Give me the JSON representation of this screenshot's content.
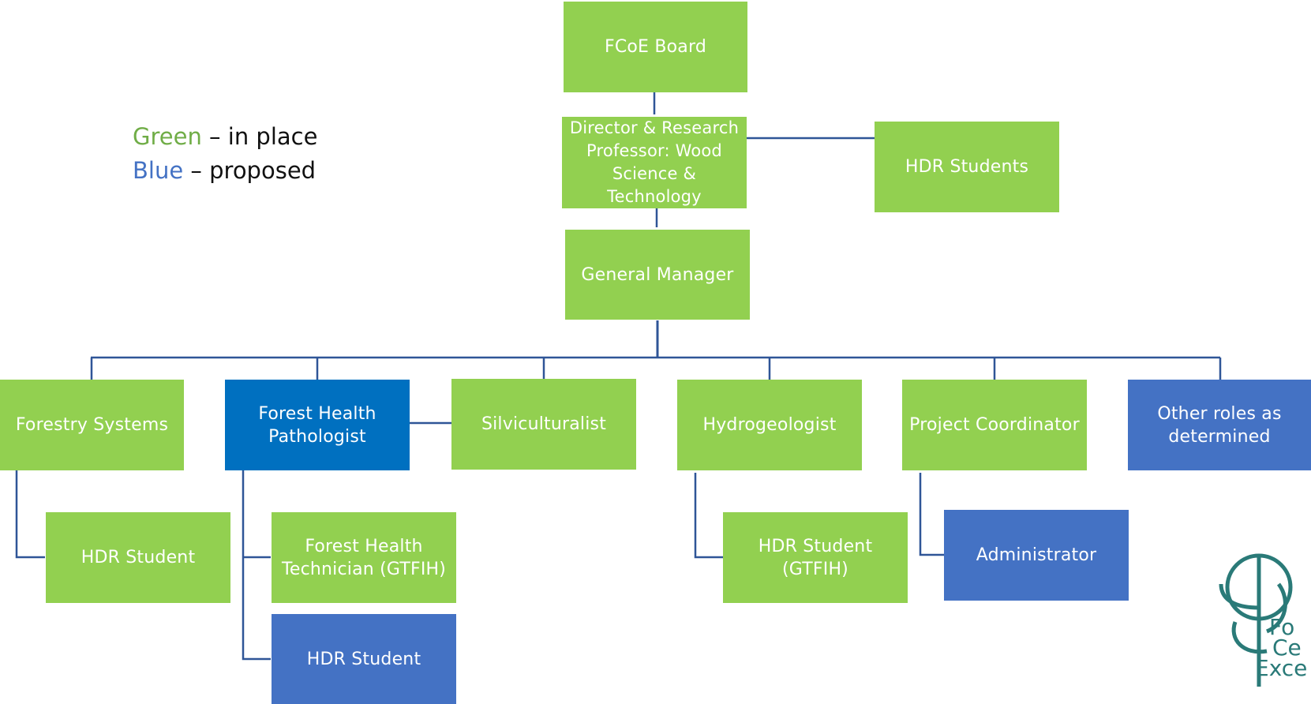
{
  "legend": {
    "green_word": "Green",
    "green_rest": " – in place",
    "blue_word": "Blue",
    "blue_rest": " – proposed"
  },
  "nodes": {
    "board": "FCoE Board",
    "director": "Director & Research Professor: Wood Science & Technology",
    "hdr_students_top": "HDR Students",
    "general_manager": "General Manager",
    "forestry_systems": "Forestry Systems",
    "forest_health_pathologist": "Forest Health Pathologist",
    "silviculturalist": "Silviculturalist",
    "hydrogeologist": "Hydrogeologist",
    "project_coordinator": "Project Coordinator",
    "other_roles": "Other roles as determined",
    "hdr_student_forestry": "HDR Student",
    "forest_health_technician": "Forest Health Technician (GTFIH)",
    "hdr_student_pathologist": "HDR Student",
    "hdr_student_hydro": "HDR Student (GTFIH)",
    "administrator": "Administrator"
  },
  "logo": {
    "line1": "Fo",
    "line2": "Ce",
    "line3": "Exce"
  },
  "colors": {
    "in_place": "#92d050",
    "proposed": "#4472c4",
    "proposed_dark": "#0070c0",
    "connector": "#2f5597",
    "logo": "#2a7a78"
  }
}
